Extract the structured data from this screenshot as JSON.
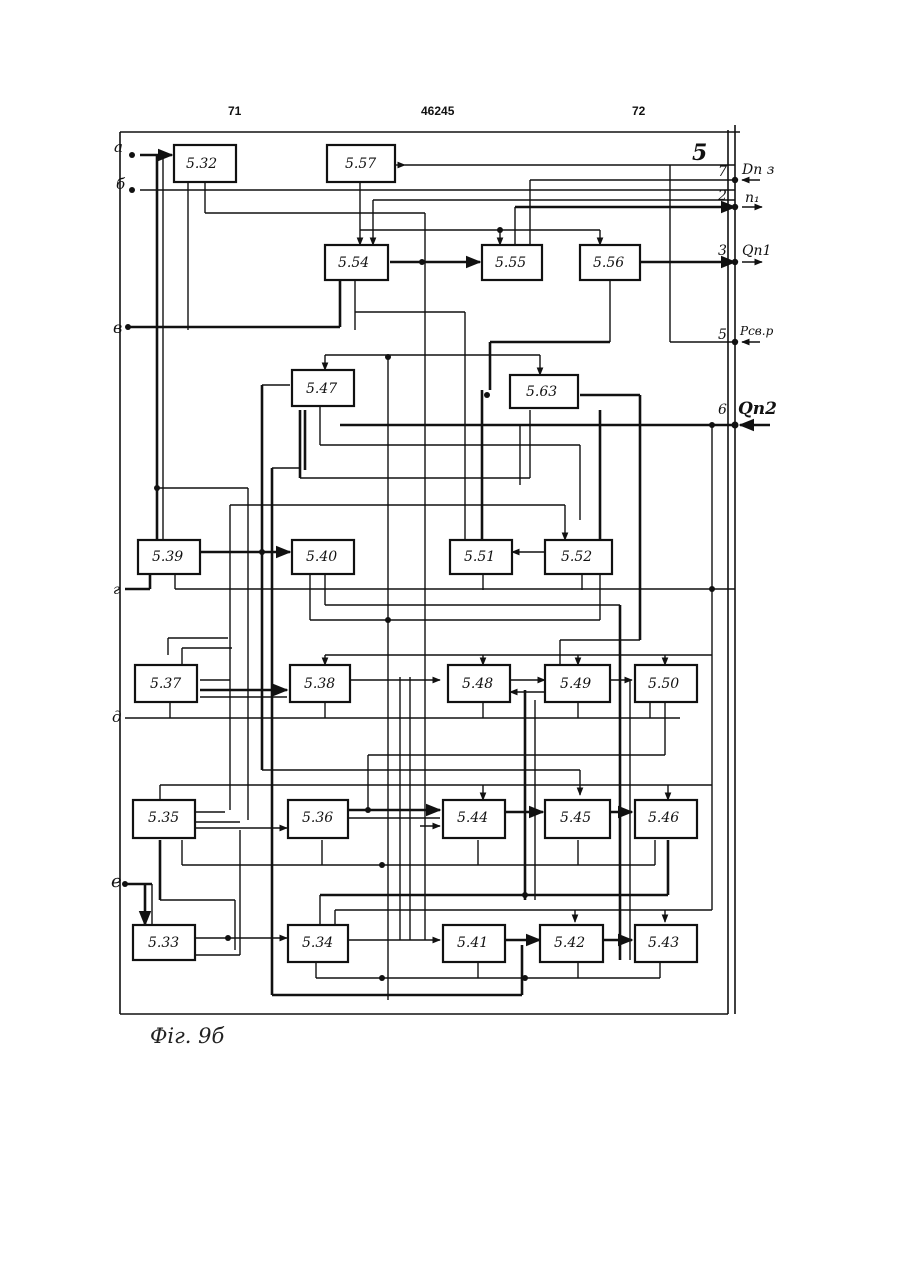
{
  "header": {
    "left": "71",
    "center": "46245",
    "right": "72"
  },
  "figure_number": "5",
  "blocks": [
    {
      "label": "5.32"
    },
    {
      "label": "5.57"
    },
    {
      "label": "5.54"
    },
    {
      "label": "5.55"
    },
    {
      "label": "5.56"
    },
    {
      "label": "5.47"
    },
    {
      "label": "5.63"
    },
    {
      "label": "5.39"
    },
    {
      "label": "5.40"
    },
    {
      "label": "5.51"
    },
    {
      "label": "5.52"
    },
    {
      "label": "5.37"
    },
    {
      "label": "5.38"
    },
    {
      "label": "5.48"
    },
    {
      "label": "5.49"
    },
    {
      "label": "5.50"
    },
    {
      "label": "5.35"
    },
    {
      "label": "5.36"
    },
    {
      "label": "5.44"
    },
    {
      "label": "5.45"
    },
    {
      "label": "5.46"
    },
    {
      "label": "5.33"
    },
    {
      "label": "5.34"
    },
    {
      "label": "5.41"
    },
    {
      "label": "5.42"
    },
    {
      "label": "5.43"
    }
  ],
  "left_inputs": [
    {
      "label": "а"
    },
    {
      "label": "б"
    },
    {
      "label": "в"
    },
    {
      "label": "г"
    },
    {
      "label": "д"
    },
    {
      "label": "е"
    }
  ],
  "right_ports": [
    {
      "num": "7",
      "label": "Dп з"
    },
    {
      "num": "2",
      "label": "n₁"
    },
    {
      "num": "3",
      "label": "Qп1"
    },
    {
      "num": "5",
      "label": "Pсв.р"
    },
    {
      "num": "6",
      "label": "Qп2"
    }
  ],
  "caption": "Фіг. 9б"
}
